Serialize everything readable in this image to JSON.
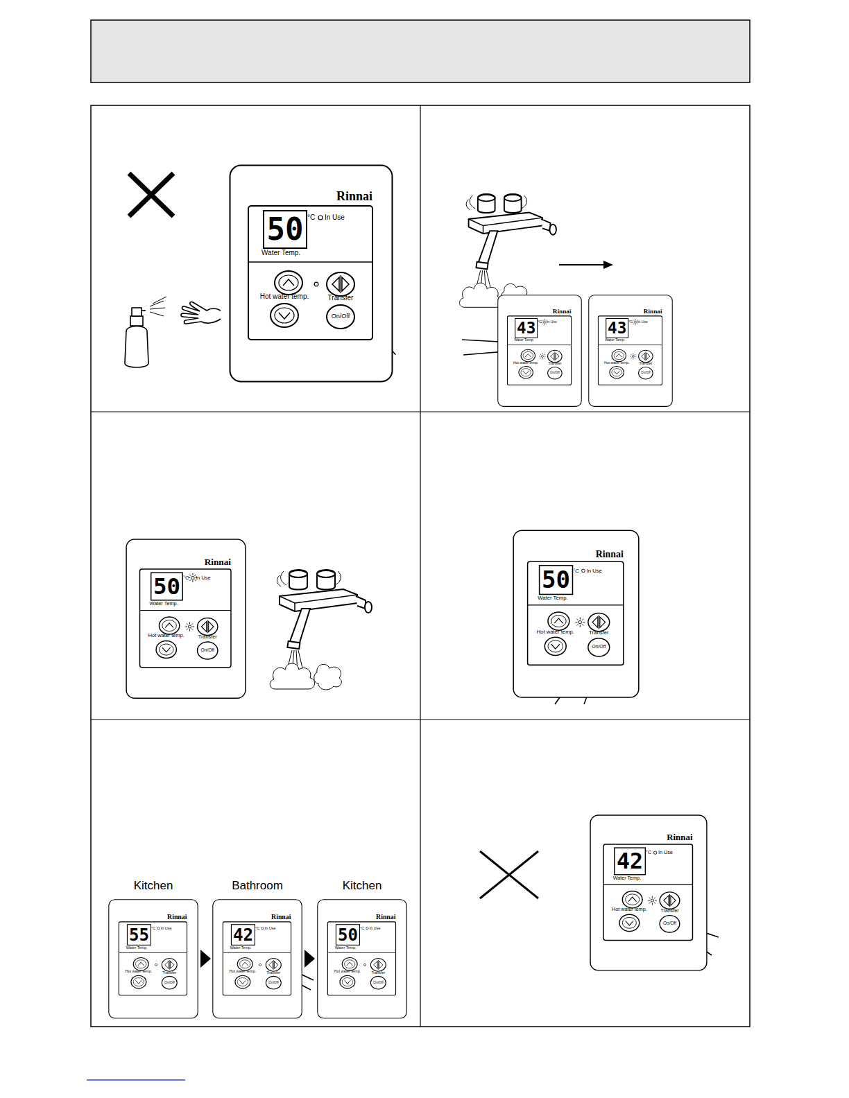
{
  "diagram": {
    "nodes": [
      {
        "text": [
          "Rinnai",
          "50",
          "°C",
          "In Use",
          "Water Temp.",
          "Hot water temp.",
          "Transfer",
          "On/Off"
        ]
      },
      {
        "text": [
          "Rinnai",
          "43",
          "°C",
          "In Use",
          "Water Temp.",
          "Hot water temp.",
          "Transfer",
          "On/Off"
        ]
      },
      {
        "text": [
          "Rinnai",
          "43",
          "°C",
          "In Use",
          "Water Temp.",
          "Hot water temp.",
          "Transfer",
          "On/Off"
        ]
      },
      {
        "text": [
          "Rinnai",
          "50",
          "°C",
          "In Use",
          "Water Temp.",
          "Hot water temp.",
          "Transfer",
          "On/Off"
        ]
      },
      {
        "text": [
          "Rinnai",
          "50",
          "°C",
          "In Use",
          "Water Temp.",
          "Hot water temp.",
          "Transfer",
          "On/Off"
        ]
      },
      {
        "text": [
          "Rinnai",
          "55",
          "°C",
          "In Use",
          "Water Temp.",
          "Hot water temp.",
          "Transfer",
          "On/Off"
        ]
      },
      {
        "text": [
          "Rinnai",
          "42",
          "°C",
          "In Use",
          "Water Temp.",
          "Hot water temp.",
          "Transfer",
          "On/Off"
        ]
      },
      {
        "text": [
          "Rinnai",
          "50",
          "°C",
          "In Use",
          "Water Temp.",
          "Hot water temp.",
          "Transfer",
          "On/Off"
        ]
      },
      {
        "text": [
          "Rinnai",
          "42",
          "°C",
          "In Use",
          "Water Temp.",
          "Hot water temp.",
          "Transfer",
          "On/Off"
        ]
      }
    ],
    "labels": [
      "Kitchen",
      "Bathroom",
      "Kitchen"
    ]
  }
}
